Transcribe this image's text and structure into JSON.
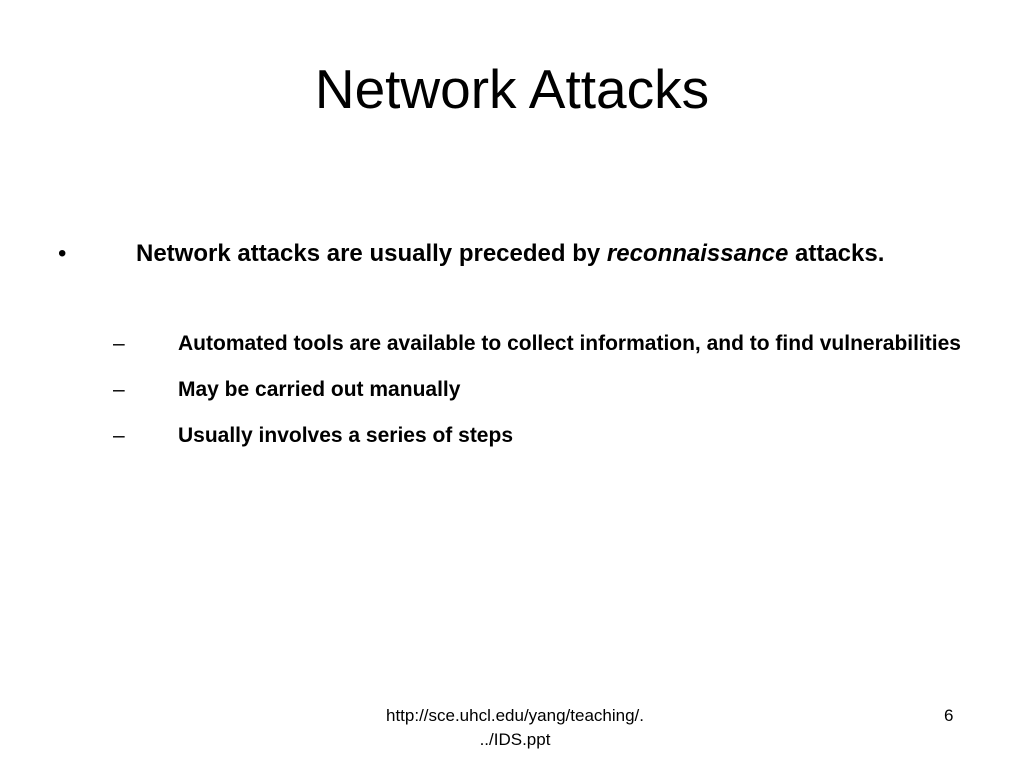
{
  "slide": {
    "title": "Network Attacks",
    "bullet": {
      "marker": "•",
      "text_before": "Network attacks are usually preceded by ",
      "text_emphasis": "reconnaissance",
      "text_after": " attacks."
    },
    "sub_marker": "–",
    "sub_bullets": [
      "Automated tools are available to collect information, and to find vulnerabilities",
      "May be carried out manually",
      "Usually involves a series of steps"
    ],
    "footer": {
      "line1": "http://sce.uhcl.edu/yang/teaching/.",
      "line2": "../IDS.ppt"
    },
    "page_number": "6"
  }
}
